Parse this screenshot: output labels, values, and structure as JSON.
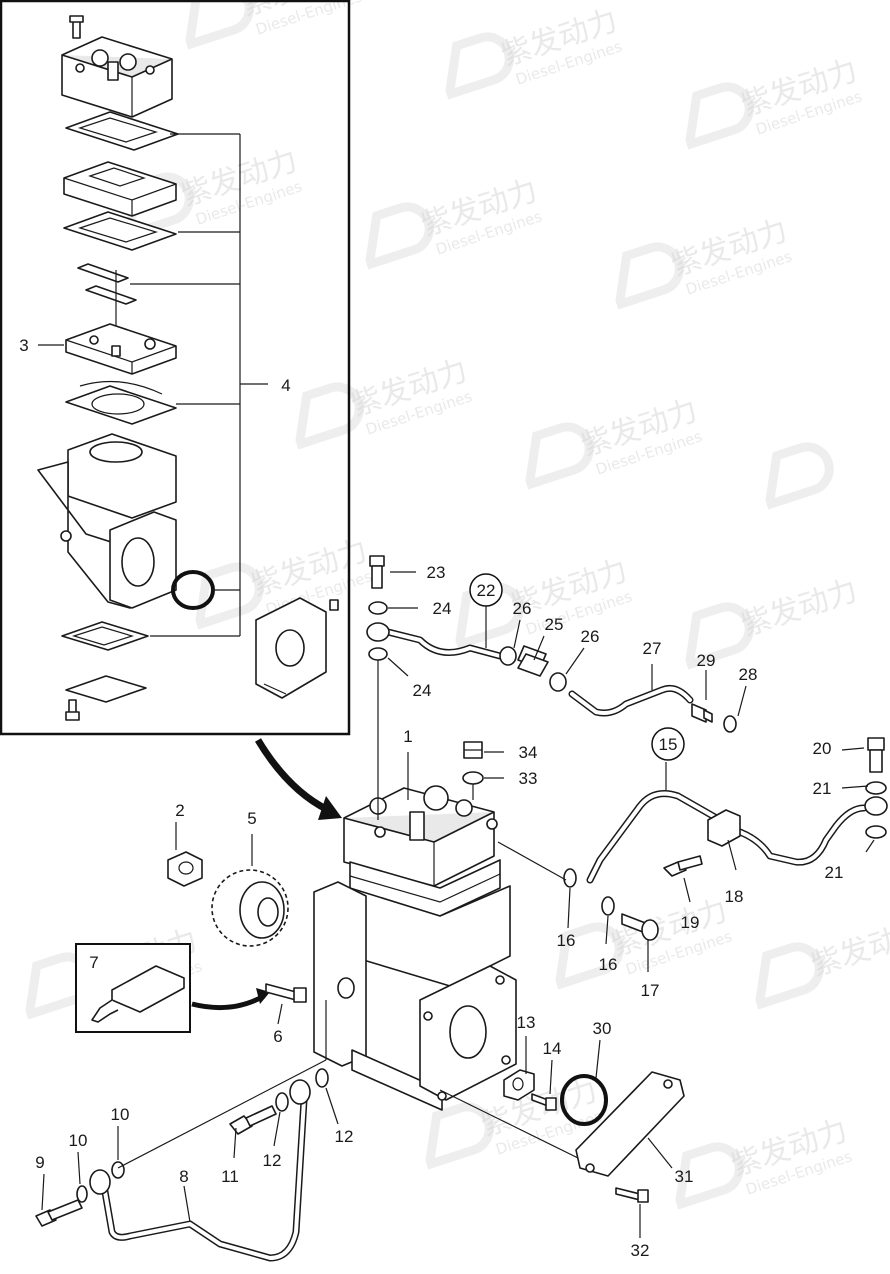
{
  "watermark": {
    "brand": "紫发动力",
    "subtitle": "Diesel-Engines",
    "color": "#d8d8d8"
  },
  "callouts": {
    "c1": "1",
    "c2": "2",
    "c3": "3",
    "c4": "4",
    "c5": "5",
    "c6": "6",
    "c7": "7",
    "c8": "8",
    "c9": "9",
    "c10a": "10",
    "c10b": "10",
    "c11": "11",
    "c12a": "12",
    "c12b": "12",
    "c13": "13",
    "c14": "14",
    "c15": "15",
    "c16a": "16",
    "c16b": "16",
    "c17": "17",
    "c18": "18",
    "c19": "19",
    "c20": "20",
    "c21a": "21",
    "c21b": "21",
    "c22": "22",
    "c23": "23",
    "c24a": "24",
    "c24b": "24",
    "c25": "25",
    "c26a": "26",
    "c26b": "26",
    "c27": "27",
    "c28": "28",
    "c29": "29",
    "c30": "30",
    "c31": "31",
    "c32": "32",
    "c33": "33",
    "c34": "34"
  },
  "icons": {
    "detail_frame": "exploded-detail-frame",
    "arrow": "curved-pointer-arrow",
    "sealant": "sealant-tube-icon"
  }
}
